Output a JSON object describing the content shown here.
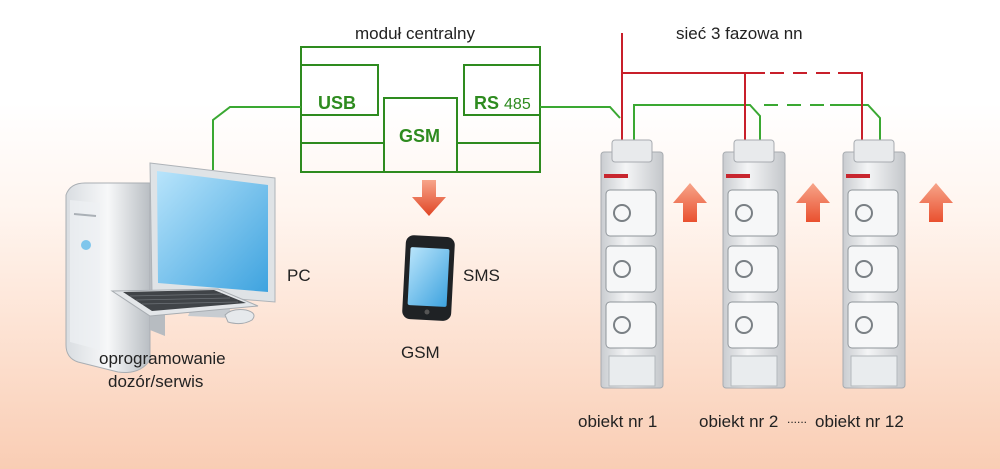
{
  "central_module": {
    "title": "moduł centralny",
    "ports": {
      "usb": "USB",
      "gsm": "GSM",
      "rs_prefix": "RS",
      "rs_number": "485"
    }
  },
  "network": {
    "label": "sieć 3 fazowa nn"
  },
  "pc": {
    "label": "PC",
    "caption_line1": "oprogramowanie",
    "caption_line2": "dozór/serwis"
  },
  "phone": {
    "sms_label": "SMS",
    "gsm_label": "GSM"
  },
  "objects": [
    {
      "label": "obiekt nr 1"
    },
    {
      "label": "obiekt nr 2"
    },
    {
      "label": "obiekt nr 12"
    }
  ],
  "objects_separator": "......",
  "colors": {
    "module_green": "#2e8b1f",
    "signal_green": "#3aa832",
    "power_red": "#c81f2a",
    "arrow_orange": "#ea5b3a",
    "screen_blue": "#5bb8ea"
  },
  "icons": [
    "desktop-pc-icon",
    "smartphone-icon",
    "fuse-switch-icon",
    "up-arrow-icon",
    "down-arrow-icon"
  ]
}
